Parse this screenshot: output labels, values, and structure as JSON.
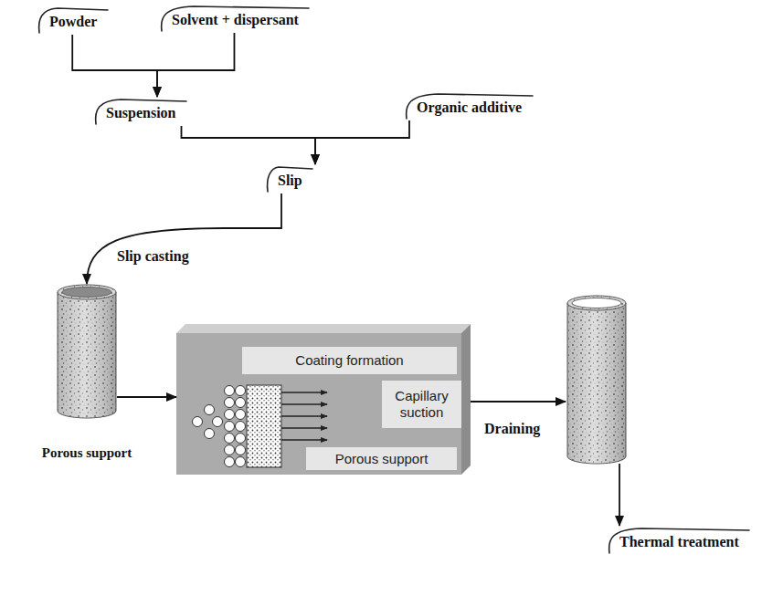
{
  "diagram": {
    "nodes": [
      {
        "text": [
          "Powder"
        ]
      },
      {
        "text": [
          "Solvent + dispersant"
        ]
      },
      {
        "text": [
          "Suspension"
        ]
      },
      {
        "text": [
          "Organic additive"
        ]
      },
      {
        "text": [
          "Slip"
        ]
      },
      {
        "text": [
          "Porous support"
        ]
      },
      {
        "text": []
      },
      {
        "text": [
          "Coating formation"
        ],
        "in": 6
      },
      {
        "text": [
          "Capillary suction"
        ],
        "in": 6
      },
      {
        "text": [
          "Porous support"
        ],
        "in": 6
      },
      {
        "text": []
      },
      {
        "text": [
          "Thermal treatment"
        ]
      }
    ],
    "edges": [
      {
        "from": 0,
        "to": 2,
        "arrow": "to"
      },
      {
        "from": 1,
        "to": 2,
        "arrow": "to"
      },
      {
        "from": 2,
        "to": 4,
        "arrow": "to"
      },
      {
        "from": 3,
        "to": 4,
        "arrow": "to"
      },
      {
        "from": 4,
        "to": 5,
        "label": "Slip casting",
        "arrow": "to"
      },
      {
        "from": 5,
        "to": 6,
        "arrow": "to"
      },
      {
        "from": 6,
        "to": 10,
        "label": "Draining",
        "arrow": "to"
      },
      {
        "from": 10,
        "to": 11,
        "arrow": "to"
      }
    ]
  }
}
